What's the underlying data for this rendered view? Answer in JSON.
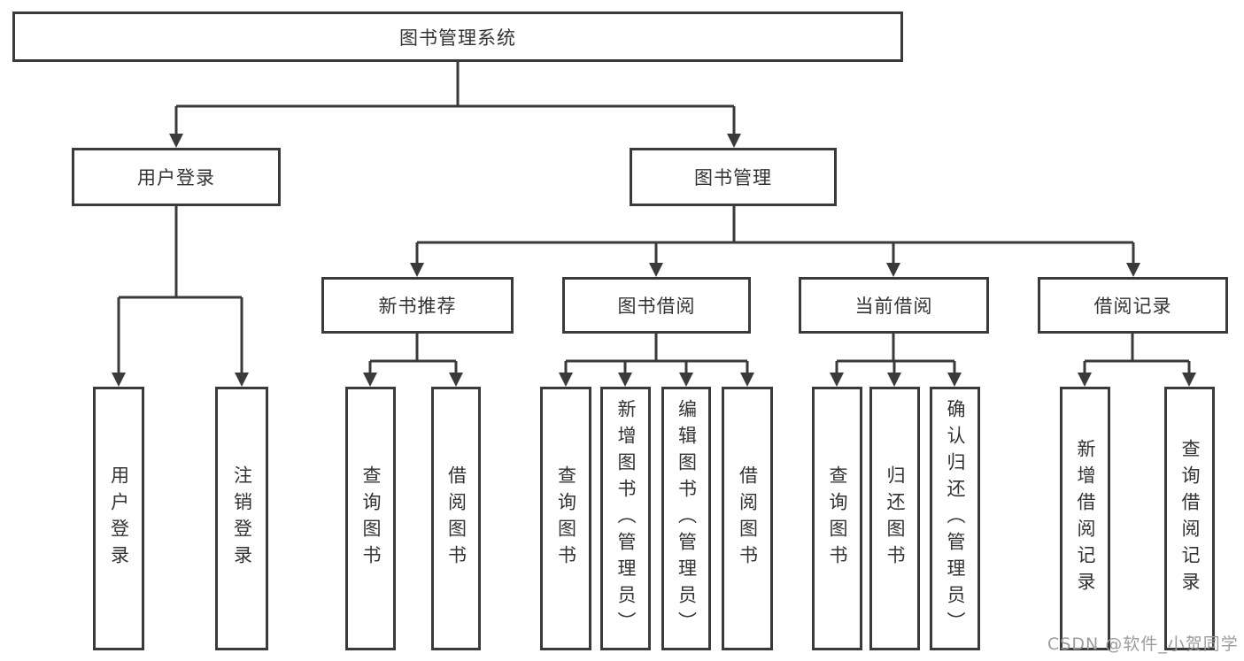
{
  "diagram": {
    "root": "图书管理系统",
    "user_login": {
      "label": "用户登录",
      "children": [
        "用户登录",
        "注销登录"
      ]
    },
    "book_management": {
      "label": "图书管理",
      "sections": {
        "new_book": {
          "label": "新书推荐",
          "children": [
            "查询图书",
            "借阅图书"
          ]
        },
        "borrow": {
          "label": "图书借阅",
          "children": [
            "查询图书",
            "新增图书（管理员）",
            "编辑图书（管理员）",
            "借阅图书"
          ]
        },
        "current": {
          "label": "当前借阅",
          "children": [
            "查询图书",
            "归还图书",
            "确认归还（管理员）"
          ]
        },
        "records": {
          "label": "借阅记录",
          "children": [
            "新增借阅记录",
            "查询借阅记录"
          ]
        }
      }
    }
  },
  "watermark": "CSDN @软件_小贺同学",
  "colors": {
    "line": "#3a3a3a",
    "text": "#333333",
    "watermark": "#9c9c9c",
    "background": "#ffffff"
  }
}
